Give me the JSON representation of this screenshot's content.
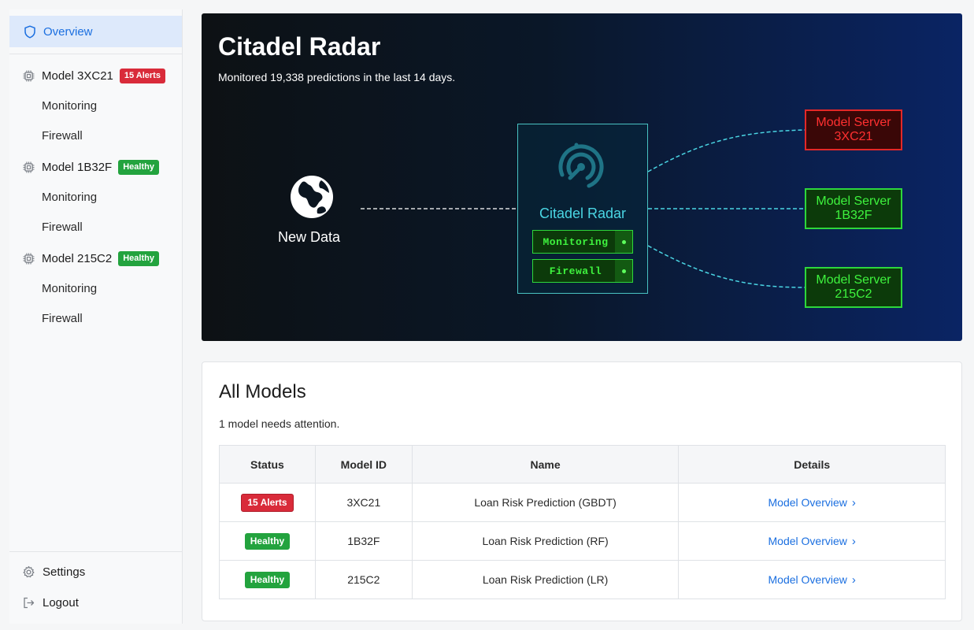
{
  "sidebar": {
    "overview_label": "Overview",
    "models": [
      {
        "name": "Model 3XC21",
        "badge": "15 Alerts",
        "badge_color": "#d92b3a",
        "items": [
          "Monitoring",
          "Firewall"
        ]
      },
      {
        "name": "Model 1B32F",
        "badge": "Healthy",
        "badge_color": "#23a33e",
        "items": [
          "Monitoring",
          "Firewall"
        ]
      },
      {
        "name": "Model 215C2",
        "badge": "Healthy",
        "badge_color": "#23a33e",
        "items": [
          "Monitoring",
          "Firewall"
        ]
      }
    ],
    "settings_label": "Settings",
    "logout_label": "Logout"
  },
  "hero": {
    "title": "Citadel Radar",
    "subtitle": "Monitored 19,338 predictions in the last 14 days.",
    "source_label": "New Data",
    "radar_label": "Citadel Radar",
    "radar_pills": [
      "Monitoring",
      "Firewall"
    ],
    "servers": [
      {
        "line1": "Model Server",
        "line2": "3XC21",
        "status": "alert"
      },
      {
        "line1": "Model Server",
        "line2": "1B32F",
        "status": "healthy"
      },
      {
        "line1": "Model Server",
        "line2": "215C2",
        "status": "healthy"
      }
    ]
  },
  "models_card": {
    "title": "All Models",
    "subtitle": "1 model needs attention.",
    "columns": [
      "Status",
      "Model ID",
      "Name",
      "Details"
    ],
    "rows": [
      {
        "status": "15 Alerts",
        "status_color": "#d92b3a",
        "id": "3XC21",
        "name": "Loan Risk Prediction (GBDT)",
        "details": "Model Overview"
      },
      {
        "status": "Healthy",
        "status_color": "#23a33e",
        "id": "1B32F",
        "name": "Loan Risk Prediction (RF)",
        "details": "Model Overview"
      },
      {
        "status": "Healthy",
        "status_color": "#23a33e",
        "id": "215C2",
        "name": "Loan Risk Prediction (LR)",
        "details": "Model Overview"
      }
    ]
  },
  "icons": {
    "overview": "shield-icon",
    "model": "chip-icon",
    "settings": "gear-icon",
    "logout": "logout-icon",
    "source": "globe-icon",
    "radar": "radar-icon",
    "details": "chevron-right-icon"
  },
  "colors": {
    "accent": "#1b6fe0",
    "alert": "#d92b3a",
    "healthy": "#23a33e",
    "radar_cyan": "#4ad5e3",
    "terminal_green": "#3ef33e"
  }
}
